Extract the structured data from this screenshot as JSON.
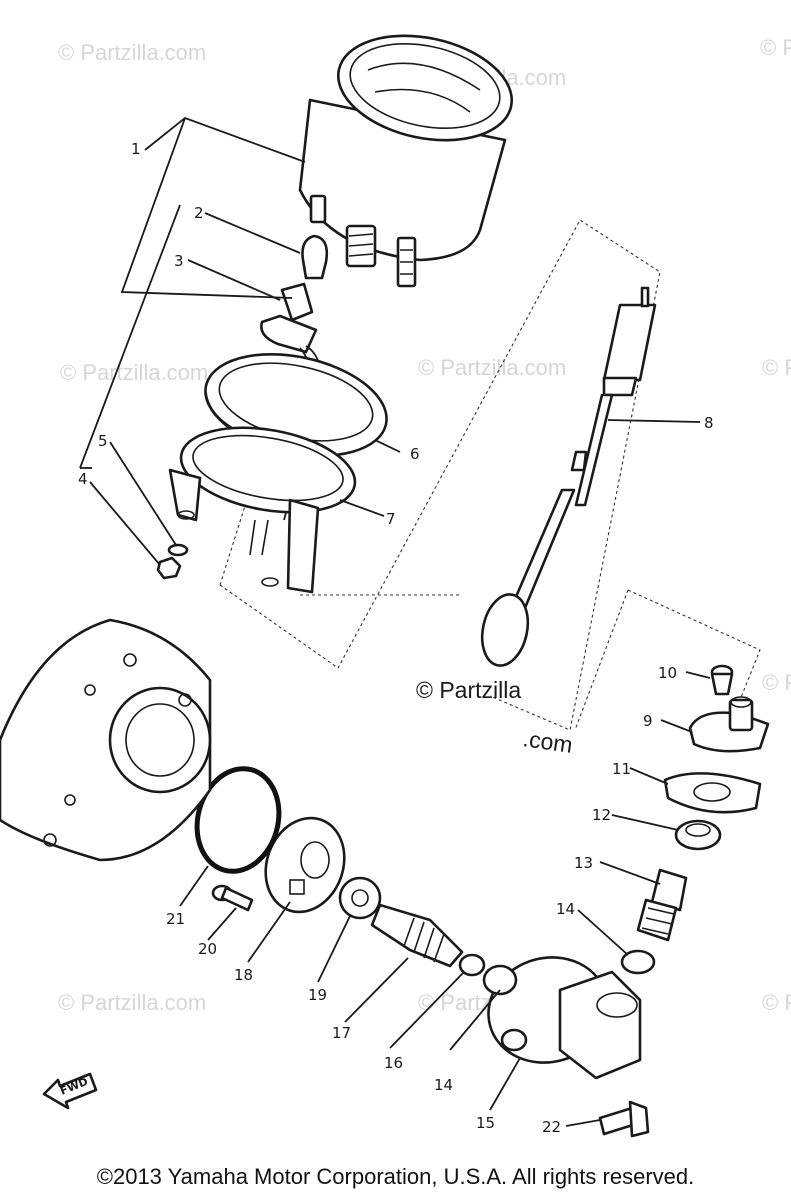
{
  "watermark": {
    "text": "© Partzilla.com",
    "line1": "© Partzilla",
    "line2": ".com"
  },
  "callouts": [
    {
      "num": "1"
    },
    {
      "num": "2"
    },
    {
      "num": "3"
    },
    {
      "num": "4"
    },
    {
      "num": "5"
    },
    {
      "num": "6"
    },
    {
      "num": "7"
    },
    {
      "num": "8"
    },
    {
      "num": "9"
    },
    {
      "num": "10"
    },
    {
      "num": "11"
    },
    {
      "num": "12"
    },
    {
      "num": "13"
    },
    {
      "num": "14"
    },
    {
      "num": "15"
    },
    {
      "num": "16"
    },
    {
      "num": "17"
    },
    {
      "num": "18"
    },
    {
      "num": "19"
    },
    {
      "num": "20"
    },
    {
      "num": "21"
    },
    {
      "num": "22"
    },
    {
      "num": "14"
    }
  ],
  "fwd_label": "FWD",
  "copyright": "©2013  Yamaha Motor Corporation, U.S.A. All rights reserved.",
  "colors": {
    "ink": "#1a1a1a",
    "watermark": "#d6d6d6",
    "background": "#ffffff"
  }
}
